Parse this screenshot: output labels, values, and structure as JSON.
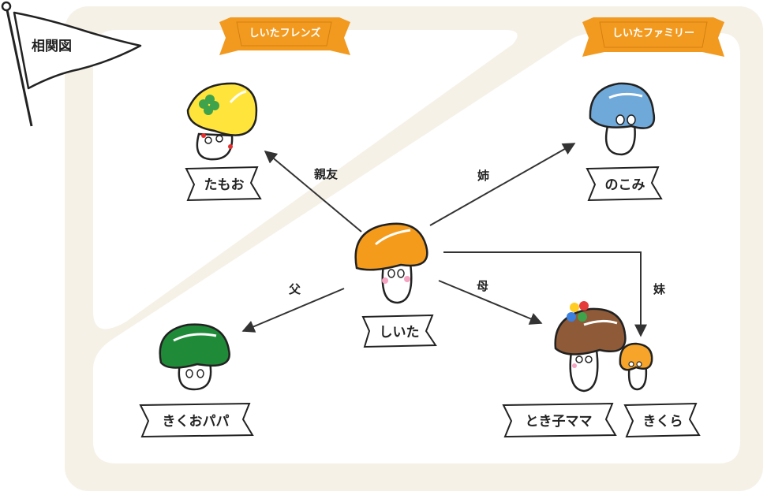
{
  "flag_label": "相関図",
  "groups": {
    "friends_label": "しいたフレンズ",
    "family_label": "しいたファミリー"
  },
  "characters": {
    "center": "しいた",
    "tamoo": "たもお",
    "nokomi": "のこみ",
    "kikuo_papa": "きくおパパ",
    "tokiko_mama": "とき子ママ",
    "kikura": "きくら"
  },
  "relations": {
    "tamoo": "親友",
    "nokomi": "姉",
    "kikuo_papa": "父",
    "tokiko_mama": "母",
    "kikura": "妹"
  },
  "colors": {
    "background_band": "#f5f1e7",
    "ribbon": "#f29a1f",
    "orange_cap": "#f59b1c",
    "yellow_cap": "#ffe53b",
    "blue_cap": "#6fa9d9",
    "green_cap": "#1f8a38",
    "brown_cap": "#8e5a38",
    "small_cap": "#f6a52a",
    "outline": "#222222",
    "cheek": "#f4a3c1"
  }
}
